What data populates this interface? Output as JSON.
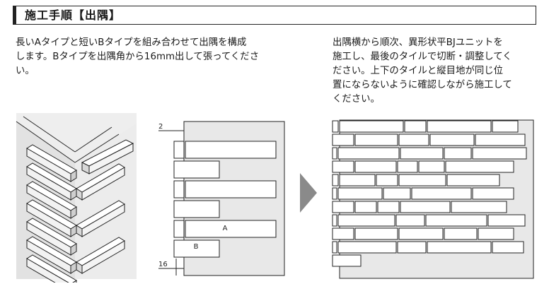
{
  "header": {
    "title": "施工手順【出隅】"
  },
  "instructions": {
    "left": "長いAタイプと短いBタイプを組み合わせて出隅を構成\nします。Bタイプを出隅角から16mm出して張ってくださ\nい。",
    "right": "出隅横から順次、異形状平BJユニットを\n施工し、最後のタイルで切断・調整してく\nださい。上下のタイルと縦目地が同じ位\n置にならないように確認しながら施工して\nください。"
  },
  "diagram": {
    "dim_top": "2",
    "dim_bottom": "16",
    "tile_a_label": "A",
    "tile_b_label": "B"
  },
  "colors": {
    "wall": "#e6e6e6",
    "stroke": "#222222",
    "tile": "#ffffff"
  }
}
